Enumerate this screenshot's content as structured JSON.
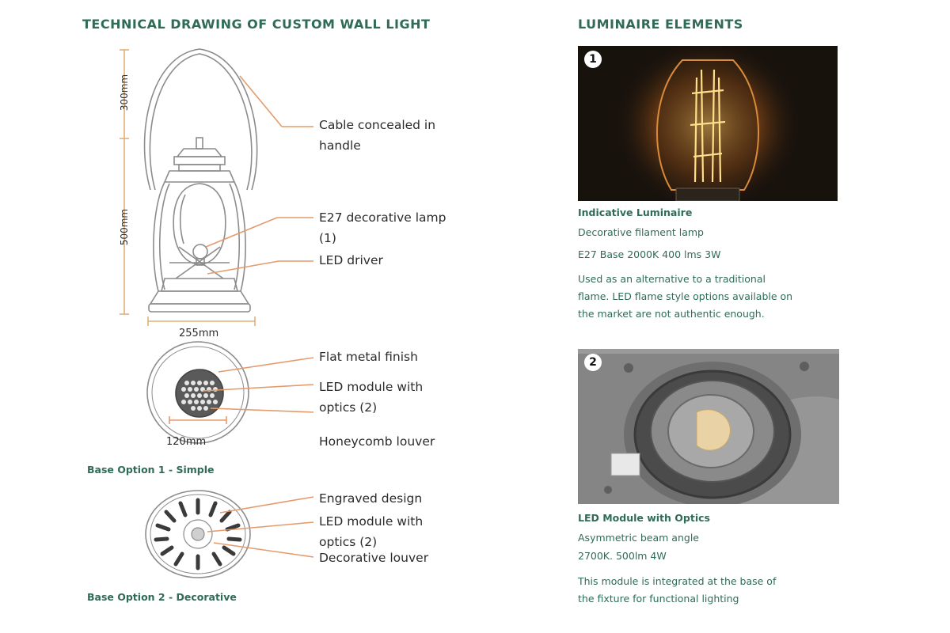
{
  "left_heading": "TECHNICAL DRAWING OF CUSTOM WALL LIGHT",
  "right_heading": "LUMINAIRE ELEMENTS",
  "lantern": {
    "dim_top": "300mm",
    "dim_mid": "500mm",
    "dim_width": "255mm",
    "callout_cable_1": "Cable concealed in",
    "callout_cable_2": "handle",
    "callout_lamp_1": "E27 decorative lamp",
    "callout_lamp_2": "(1)",
    "callout_driver": "LED driver"
  },
  "base1": {
    "callout_finish": "Flat metal finish",
    "callout_module_1": "LED module with",
    "callout_module_2": "optics (2)",
    "callout_louver": "Honeycomb louver",
    "dim": "120mm",
    "label": "Base Option 1 - Simple"
  },
  "base2": {
    "callout_engraved": "Engraved design",
    "callout_module_1": "LED module with",
    "callout_module_2": "optics (2)",
    "callout_louver": "Decorative louver",
    "label": "Base Option 2 - Decorative"
  },
  "element1": {
    "badge": "1",
    "title": "Indicative Luminaire",
    "line1": "Decorative filament lamp",
    "line2": "E27 Base  2000K 400 lms 3W",
    "note1": "Used as an alternative to a traditional",
    "note2": "flame.  LED flame style options available on",
    "note3": "the market  are not authentic enough."
  },
  "element2": {
    "badge": "2",
    "title": "LED Module with Optics",
    "line1": "Asymmetric beam angle",
    "line2": "2700K. 500lm 4W",
    "note1": "This module is integrated at the base of",
    "note2": "the  fixture for functional lighting"
  },
  "colors": {
    "heading": "#2f6b57",
    "leader": "#e59a6c",
    "drawing": "#8c8c8c",
    "dimension": "#e0b07a"
  }
}
